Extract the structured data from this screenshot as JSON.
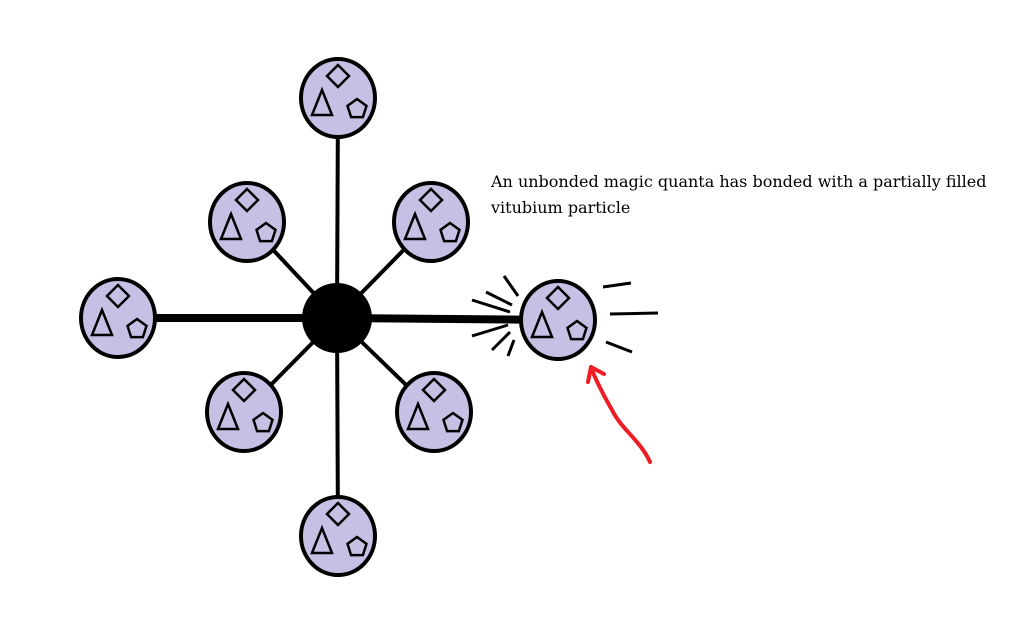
{
  "caption": "An unbonded magic quanta has bonded with a partially filled vitubium particle",
  "colors": {
    "particle_fill": "#c8c0e4",
    "stroke": "#000000",
    "hub": "#000000",
    "arrow": "#ee1c24"
  },
  "particles": [
    {
      "id": "top",
      "icons": [
        "diamond-icon",
        "triangle-icon",
        "pentagon-icon"
      ]
    },
    {
      "id": "upper-left",
      "icons": [
        "diamond-icon",
        "triangle-icon",
        "pentagon-icon"
      ]
    },
    {
      "id": "upper-right",
      "icons": [
        "diamond-icon",
        "triangle-icon",
        "pentagon-icon"
      ]
    },
    {
      "id": "left",
      "icons": [
        "diamond-icon",
        "triangle-icon",
        "pentagon-icon"
      ]
    },
    {
      "id": "lower-left",
      "icons": [
        "diamond-icon",
        "triangle-icon",
        "pentagon-icon"
      ]
    },
    {
      "id": "lower-right",
      "icons": [
        "diamond-icon",
        "triangle-icon",
        "pentagon-icon"
      ]
    },
    {
      "id": "bottom",
      "icons": [
        "diamond-icon",
        "triangle-icon",
        "pentagon-icon"
      ]
    },
    {
      "id": "bonded-quanta",
      "icons": [
        "diamond-icon",
        "triangle-icon",
        "pentagon-icon"
      ]
    }
  ]
}
